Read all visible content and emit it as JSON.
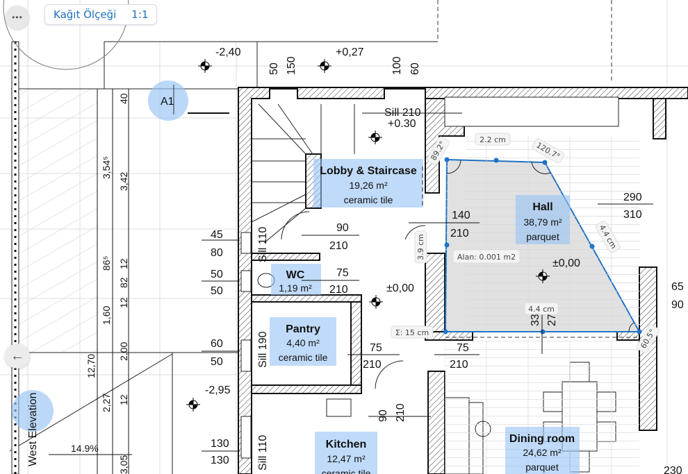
{
  "toolbar": {
    "more_label": "•••",
    "scale_label": "Kağıt Ölçeği",
    "scale_value": "1:1",
    "back_icon": "arrow-left"
  },
  "markers": {
    "section": "A1",
    "elevation": "West Elevation",
    "slope": "14.9%"
  },
  "rooms": [
    {
      "name": "Lobby & Staircase",
      "area": "19,26 m²",
      "finish": "ceramic tile"
    },
    {
      "name": "WC",
      "area": "1,19 m²",
      "finish": ""
    },
    {
      "name": "Pantry",
      "area": "4,40 m²",
      "finish": "ceramic tile"
    },
    {
      "name": "Kitchen",
      "area": "12,47 m²",
      "finish": "ceramic tile"
    },
    {
      "name": "Hall",
      "area": "38,79 m²",
      "finish": "parquet"
    },
    {
      "name": "Dining room",
      "area": "24,62 m²",
      "finish": "parquet"
    }
  ],
  "measure": {
    "top_edge": "2.2 cm",
    "angle_top_right": "120.7°",
    "angle_top_left": "89.2°",
    "right_edge": "4.4 cm",
    "bottom_edge": "4.4 cm",
    "left_edge": "3.9 cm",
    "angle_bottom_right": "60.5°",
    "area": "Alan: 0.001 m2",
    "perimeter": "Σ: 15 cm",
    "color": "#1f73c4"
  },
  "levels": {
    "l1": "-2,40",
    "l2": "+0,27",
    "l3": "+0.30",
    "l4": "±0,00",
    "l5": "±0,00",
    "l6": "-2,95"
  },
  "sills": {
    "s1": "Sill 210",
    "s2": "Sill 110",
    "s3": "Sill 190",
    "s4": "Sill 110"
  },
  "dims": {
    "top": [
      "50",
      "150",
      "100",
      "60"
    ],
    "left": [
      "40",
      "3,54⁵",
      "3,42",
      "86⁵",
      "12",
      "82",
      "12",
      "1,60",
      "2,00",
      "12,70",
      "2,27",
      "12",
      "3,05"
    ],
    "doors": [
      "45",
      "80",
      "50",
      "50",
      "60",
      "50",
      "130",
      "130",
      "90",
      "210",
      "75",
      "210",
      "75",
      "210",
      "75",
      "210",
      "140",
      "210",
      "290",
      "310",
      "90",
      "210",
      "33",
      "27",
      "65",
      "90",
      "230"
    ]
  }
}
